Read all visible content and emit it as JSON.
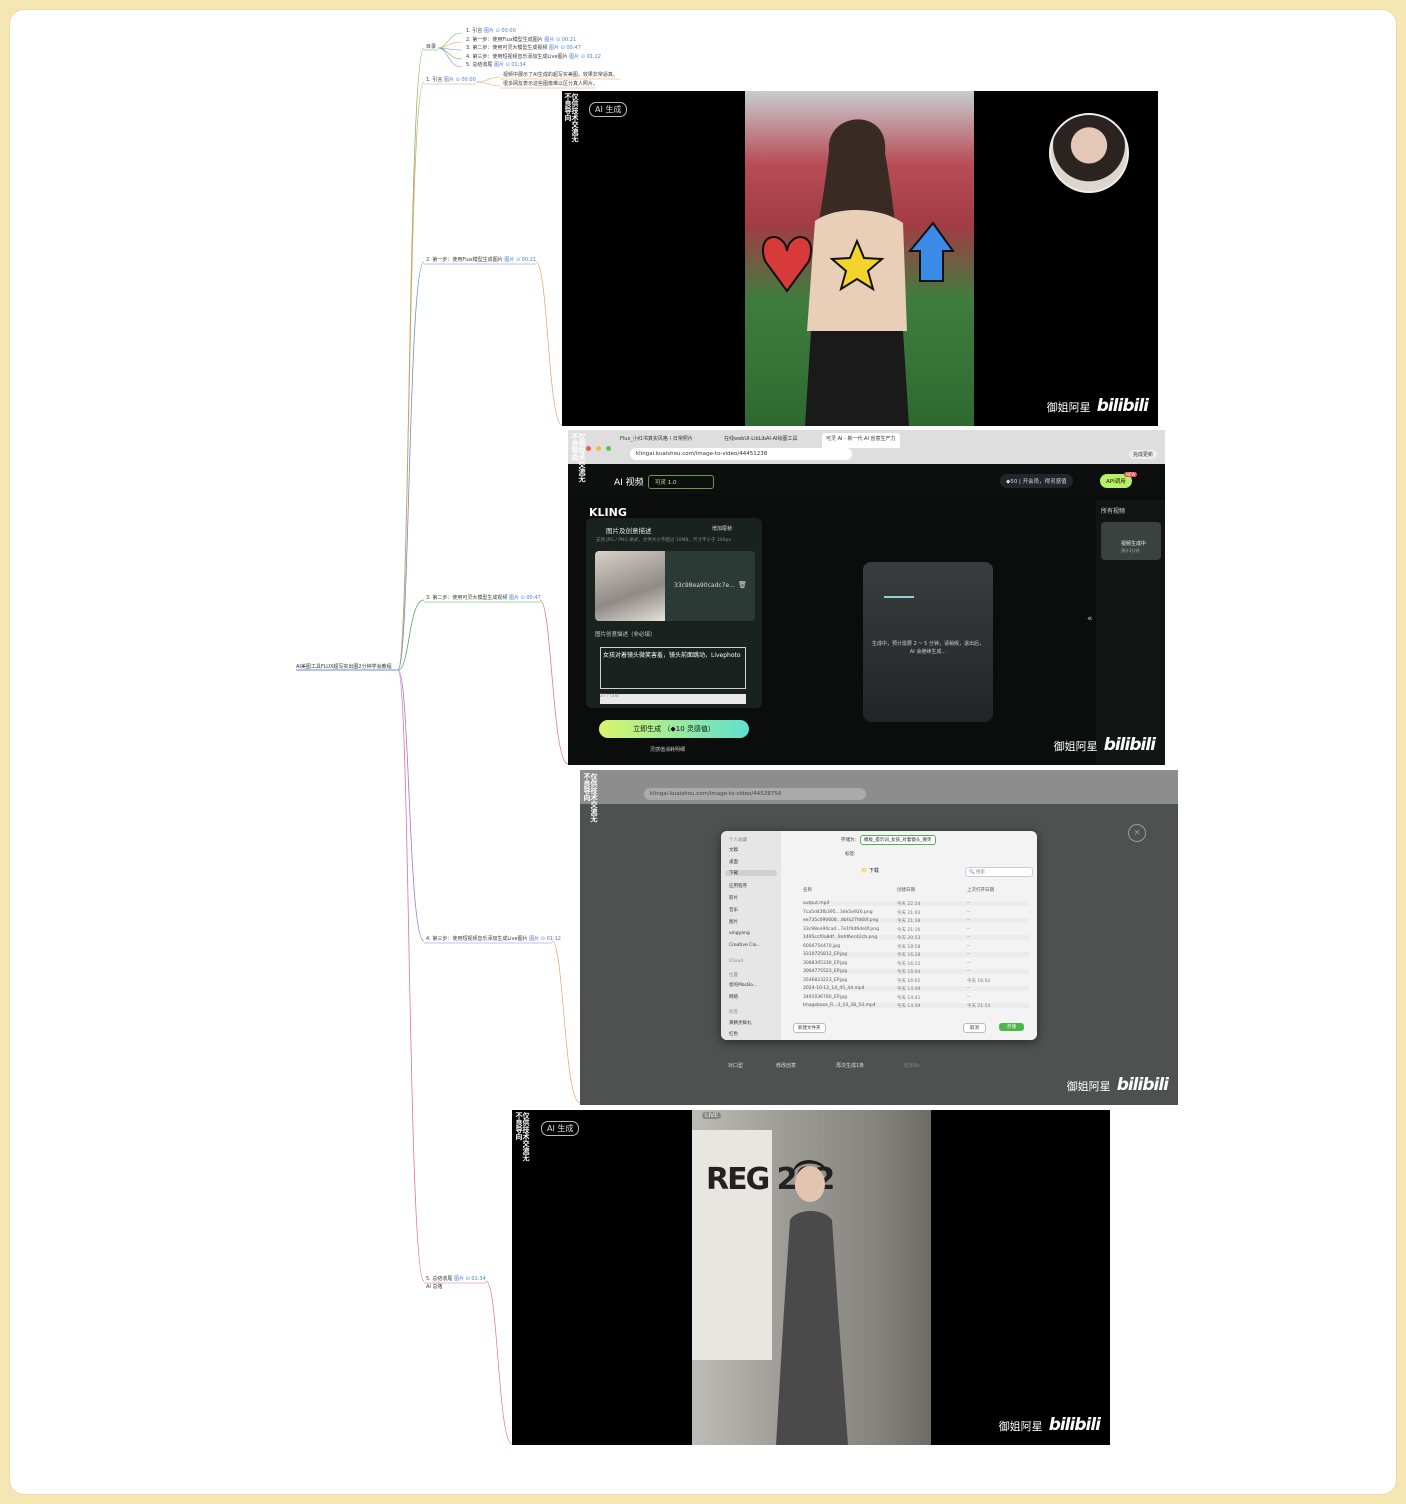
{
  "mindmap": {
    "root": "AI美图工具FLUX超写实出图2分钟学会教程",
    "toc_title": "目录",
    "toc": [
      {
        "label": "1. 引言",
        "tag": "图片",
        "ts": "00:00"
      },
      {
        "label": "2. 第一步：使用Flux模型生成图片",
        "tag": "图片",
        "ts": "00:21"
      },
      {
        "label": "3. 第二步：使用可灵大模型生成视频",
        "tag": "图片",
        "ts": "00:47"
      },
      {
        "label": "4. 第三步：使用短视频音乐添加生成Live图片",
        "tag": "图片",
        "ts": "01:12"
      },
      {
        "label": "5. 总结收尾",
        "tag": "图片",
        "ts": "01:34"
      }
    ],
    "intro": {
      "label": "1. 引言",
      "tag": "图片",
      "ts": "00:00"
    },
    "intro_notes": [
      "视频中展示了AI生成的超写实美图，效果非常逼真。",
      "很多网友表示这些图像难以区分真人照片。"
    ],
    "steps": [
      {
        "label": "2. 第一步：使用Flux模型生成图片",
        "tag": "图片",
        "ts": "00:21"
      },
      {
        "label": "3. 第二步：使用可灵大模型生成视频",
        "tag": "图片",
        "ts": "00:47"
      },
      {
        "label": "4. 第三步：使用短视频音乐添加生成Live图片",
        "tag": "图片",
        "ts": "01:12"
      },
      {
        "label": "5. 总结收尾",
        "tag": "图片",
        "ts": "01:34"
      }
    ],
    "summary_child": "AI 总结"
  },
  "watermark": "仅供技术交流无不良导向",
  "ai_tag": "AI 生成",
  "brand": {
    "name": "御姐阿星",
    "logo": "bilibili"
  },
  "shot2": {
    "tabs": [
      "Flux_小红书真实风格丨日常照片",
      "在线webUI-LibLibAI-AI绘图工具",
      "可灵 AI - 新一代 AI 创意生产力"
    ],
    "url": "klingai.kuaishou.com/image-to-video/44451238",
    "update_btn": "完成更新",
    "app_title": "AI 视频",
    "model": "可灵 1.0",
    "credits": "50",
    "vip": "开会员，得灵感值",
    "api": "API调用",
    "new": "NEW",
    "logo": "KLING",
    "panel_title": "图片及创意描述",
    "tail_frame": "增加尾帧",
    "upload_hint": "支持 JPG / PNG 格式，文件大小不超过 10MB，尺寸不小于 300px",
    "file_name": "33c98ea90cadc7e...",
    "prompt_label": "图片创意描述（非必填）",
    "prompt": "女孩对着镜头微笑害羞，镜头前面跳动，Livephoto",
    "counter": "27 / 500",
    "gen_btn": "立即生成",
    "gen_cost": "10 灵感值",
    "gen_sub": "灵感值消耗明细",
    "status": "生成中，预计需要 2 ~ 5 分钟，请稍候，退出后，AI 会继续生成...",
    "all_videos": "所有视频",
    "side_status": "视频生成中",
    "side_sub": "预计1分钟"
  },
  "shot3": {
    "url": "klingai.kuaishou.com/image-to-video/44528754",
    "save_as_label": "存储为:",
    "save_as": "模板_提示词_女孩_对着镜头_微笑",
    "tags_label": "标签:",
    "folder": "下载",
    "search": "搜索",
    "cols": [
      "名称",
      "创建日期",
      "上次打开日期"
    ],
    "sidebar": [
      "个人收藏",
      "文稿",
      "桌面",
      "下载",
      "应用程序",
      "影片",
      "音乐",
      "图片",
      "xingyang",
      "Creative Clo...",
      "iCloud",
      "位置",
      "星的MacBo...",
      "网络",
      "标签",
      "黄精烹鲜丸",
      "红色"
    ],
    "files": [
      [
        "output.mp4",
        "今天 22:34",
        "--"
      ],
      [
        "7ca5d43fb395...3de5e926.png",
        "今天 21:43",
        "--"
      ],
      [
        "ee735c090608...8bfa27fd60f.png",
        "今天 21:38",
        "--"
      ],
      [
        "33c98ea90cad...7e1f4d6de0f.png",
        "今天 21:10",
        "--"
      ],
      [
        "1495ccf0a8df...9afd6ec42cb.png",
        "今天 20:53",
        "--"
      ],
      [
        "6004754470.jpg",
        "今天 18:58",
        "--"
      ],
      [
        "3310725812_EP.jpg",
        "今天 16:28",
        "--"
      ],
      [
        "3088305330_EP.jpg",
        "今天 16:15",
        "--"
      ],
      [
        "3064775523_EP.jpg",
        "今天 16:04",
        "--"
      ],
      [
        "3546823223_EP.jpg",
        "今天 16:02",
        "今天 16:02"
      ],
      [
        "2024-10-12_14_45_44.mp4",
        "今天 14:49",
        "--"
      ],
      [
        "3491036780_EP.jpg",
        "今天 14:41",
        "--"
      ],
      [
        "Imagebase_R...3_14_38_54.mp4",
        "今天 14:39",
        "今天 21:54"
      ]
    ],
    "new_folder": "新建文件夹",
    "cancel": "取消",
    "save": "存储",
    "bottom": [
      "对口型",
      "修改创意",
      "再次生成1条",
      "延长6s"
    ]
  },
  "shot4": {
    "live": "LIVE",
    "wall_text": "REG 202"
  }
}
